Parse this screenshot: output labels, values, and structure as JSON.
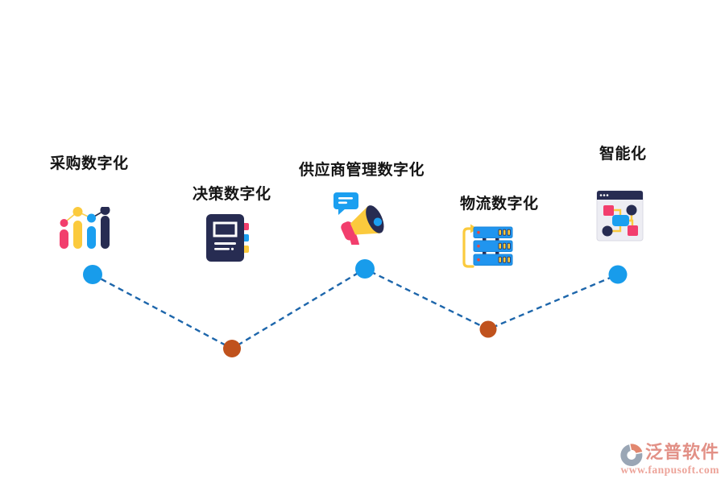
{
  "page": {
    "background": "#ffffff"
  },
  "diagram": {
    "title": "digital-supply-chain-zigzag-infographic",
    "connector_color": "#1d66ab",
    "nodes": [
      {
        "label": "采购数字化",
        "icon": "bar-chart-icon",
        "dot_color": "#189ceb"
      },
      {
        "label": "决策数字化",
        "icon": "notebook-icon",
        "dot_color": "#c0521d"
      },
      {
        "label": "供应商管理数字化",
        "icon": "megaphone-icon",
        "dot_color": "#189ceb"
      },
      {
        "label": "物流数字化",
        "icon": "server-stack-icon",
        "dot_color": "#c0521d"
      },
      {
        "label": "智能化",
        "icon": "browser-flowchart-icon",
        "dot_color": "#189ceb"
      }
    ]
  },
  "palette": {
    "pink": "#f23e6d",
    "yellow": "#fbca3d",
    "blue": "#1b9ff0",
    "navy": "#272c52",
    "server_blue": "#2095ef",
    "red_led": "#e8483f"
  },
  "watermark": {
    "brand": "泛普软件",
    "url": "www.fanpusoft.com",
    "brand_color": "#e29086",
    "logo_gray": "#9aa6b5",
    "logo_salmon": "#e2876f"
  }
}
